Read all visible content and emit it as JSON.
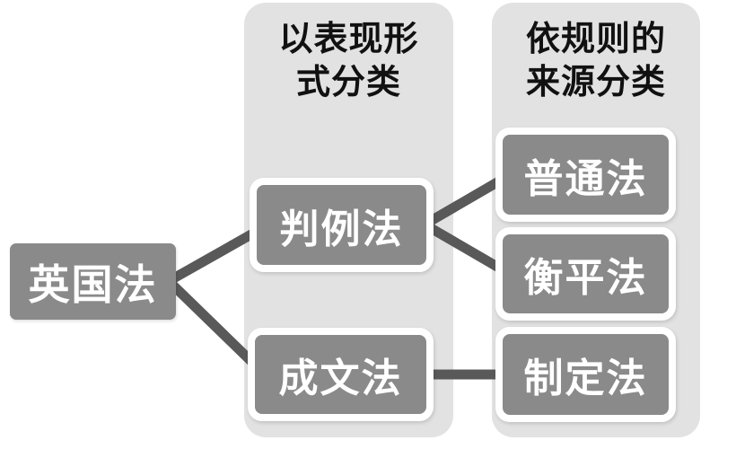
{
  "diagram": {
    "root": {
      "label": "英国法"
    },
    "columns": [
      {
        "header": "以表现形\n式分类",
        "boxes": [
          {
            "label": "判例法"
          },
          {
            "label": "成文法"
          }
        ]
      },
      {
        "header": "依规则的\n来源分类",
        "boxes": [
          {
            "label": "普通法"
          },
          {
            "label": "衡平法"
          },
          {
            "label": "制定法"
          }
        ]
      }
    ],
    "connections": [
      {
        "from": "英国法",
        "to": "判例法"
      },
      {
        "from": "英国法",
        "to": "成文法"
      },
      {
        "from": "判例法",
        "to": "普通法"
      },
      {
        "from": "判例法",
        "to": "衡平法"
      },
      {
        "from": "成文法",
        "to": "制定法"
      }
    ],
    "colors": {
      "column_fill": "#e2e2e2",
      "box_fill": "#8a8a8a",
      "box_border": "#ffffff",
      "connector": "#595959",
      "box_text": "#ffffff",
      "header_text": "#111111",
      "background": "#ffffff"
    }
  }
}
